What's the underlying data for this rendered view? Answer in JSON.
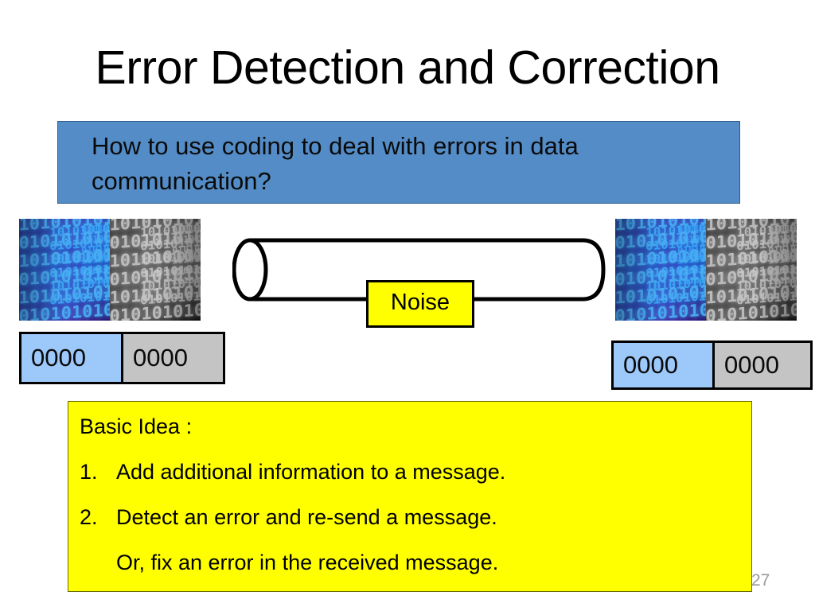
{
  "slide": {
    "title": "Error Detection and Correction",
    "page_number": "27"
  },
  "question_banner": {
    "text": "How to use coding to deal with errors in data communication?",
    "bg_color": "#538CC6",
    "text_color": "#0A0A0A"
  },
  "channel": {
    "noise_label": "Noise",
    "noise_bg_color": "#FFFF00",
    "pipe_stroke_color": "#000000"
  },
  "binary_images": {
    "left_alt": "binary-digits-image",
    "right_alt": "binary-digits-image",
    "digit_rows": [
      "0101010101",
      "1010101010",
      "0101010101",
      "1010101010",
      "0101010101",
      "1010101010"
    ]
  },
  "frames": {
    "sent": {
      "data_label": "0000",
      "parity_label": "0000",
      "data_color": "#9DC8FA",
      "parity_color": "#C4C4C4"
    },
    "received": {
      "data_label": "0000",
      "parity_label": "0000",
      "data_color": "#9DC8FA",
      "parity_color": "#C4C4C4"
    }
  },
  "idea_panel": {
    "bg_color": "#FFFF00",
    "heading": "Basic Idea :",
    "items": [
      {
        "num": "1.",
        "text": "Add additional information to a message."
      },
      {
        "num": "2.",
        "text": "Detect an error and re-send a message."
      }
    ],
    "continuation": "Or, fix an error in the received message."
  }
}
